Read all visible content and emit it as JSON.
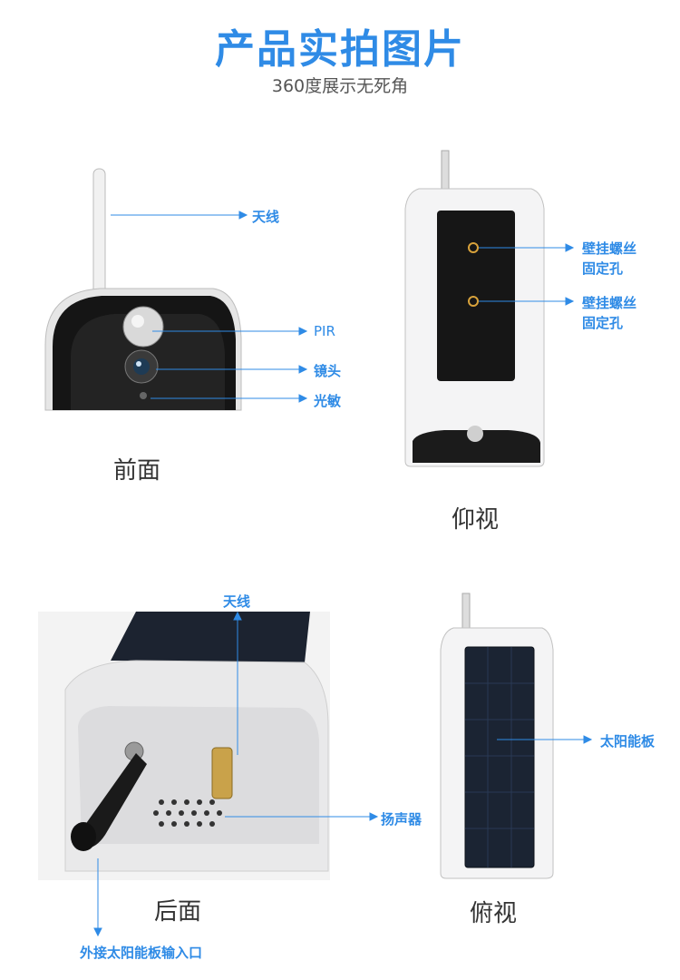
{
  "header": {
    "title": "产品实拍图片",
    "subtitle": "360度展示无死角"
  },
  "front": {
    "label": "前面",
    "callouts": {
      "antenna": "天线",
      "pir": "PIR",
      "lens": "镜头",
      "light_sensor": "光敏"
    }
  },
  "bottom": {
    "label": "仰视",
    "callouts": {
      "hole1_line1": "壁挂螺丝",
      "hole1_line2": "固定孔",
      "hole2_line1": "壁挂螺丝",
      "hole2_line2": "固定孔"
    }
  },
  "back": {
    "label": "后面",
    "callouts": {
      "antenna": "天线",
      "speaker": "扬声器",
      "power_input": "外接太阳能板输入口"
    }
  },
  "top": {
    "label": "俯视",
    "callouts": {
      "solar_panel": "太阳能板"
    }
  },
  "colors": {
    "accent": "#2f8be6",
    "panel": "#1b2433",
    "body": "#e9e9ea"
  }
}
